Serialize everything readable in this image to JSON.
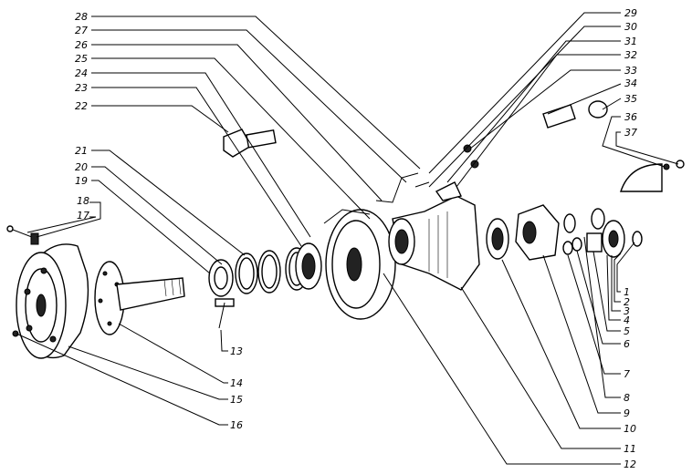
{
  "diagram": {
    "type": "exploded-parts-view",
    "callouts": {
      "c1": "1",
      "c2": "2",
      "c3": "3",
      "c4": "4",
      "c5": "5",
      "c6": "6",
      "c7": "7",
      "c8": "8",
      "c9": "9",
      "c10": "10",
      "c11": "11",
      "c12": "12",
      "c13": "13",
      "c14": "14",
      "c15": "15",
      "c16": "16",
      "c17": "17",
      "c18": "18",
      "c19": "19",
      "c20": "20",
      "c21": "21",
      "c22": "22",
      "c23": "23",
      "c24": "24",
      "c25": "25",
      "c26": "26",
      "c27": "27",
      "c28": "28",
      "c29": "29",
      "c30": "30",
      "c31": "31",
      "c32": "32",
      "c33": "33",
      "c34": "34",
      "c35": "35",
      "c36": "36",
      "c37": "37"
    }
  }
}
